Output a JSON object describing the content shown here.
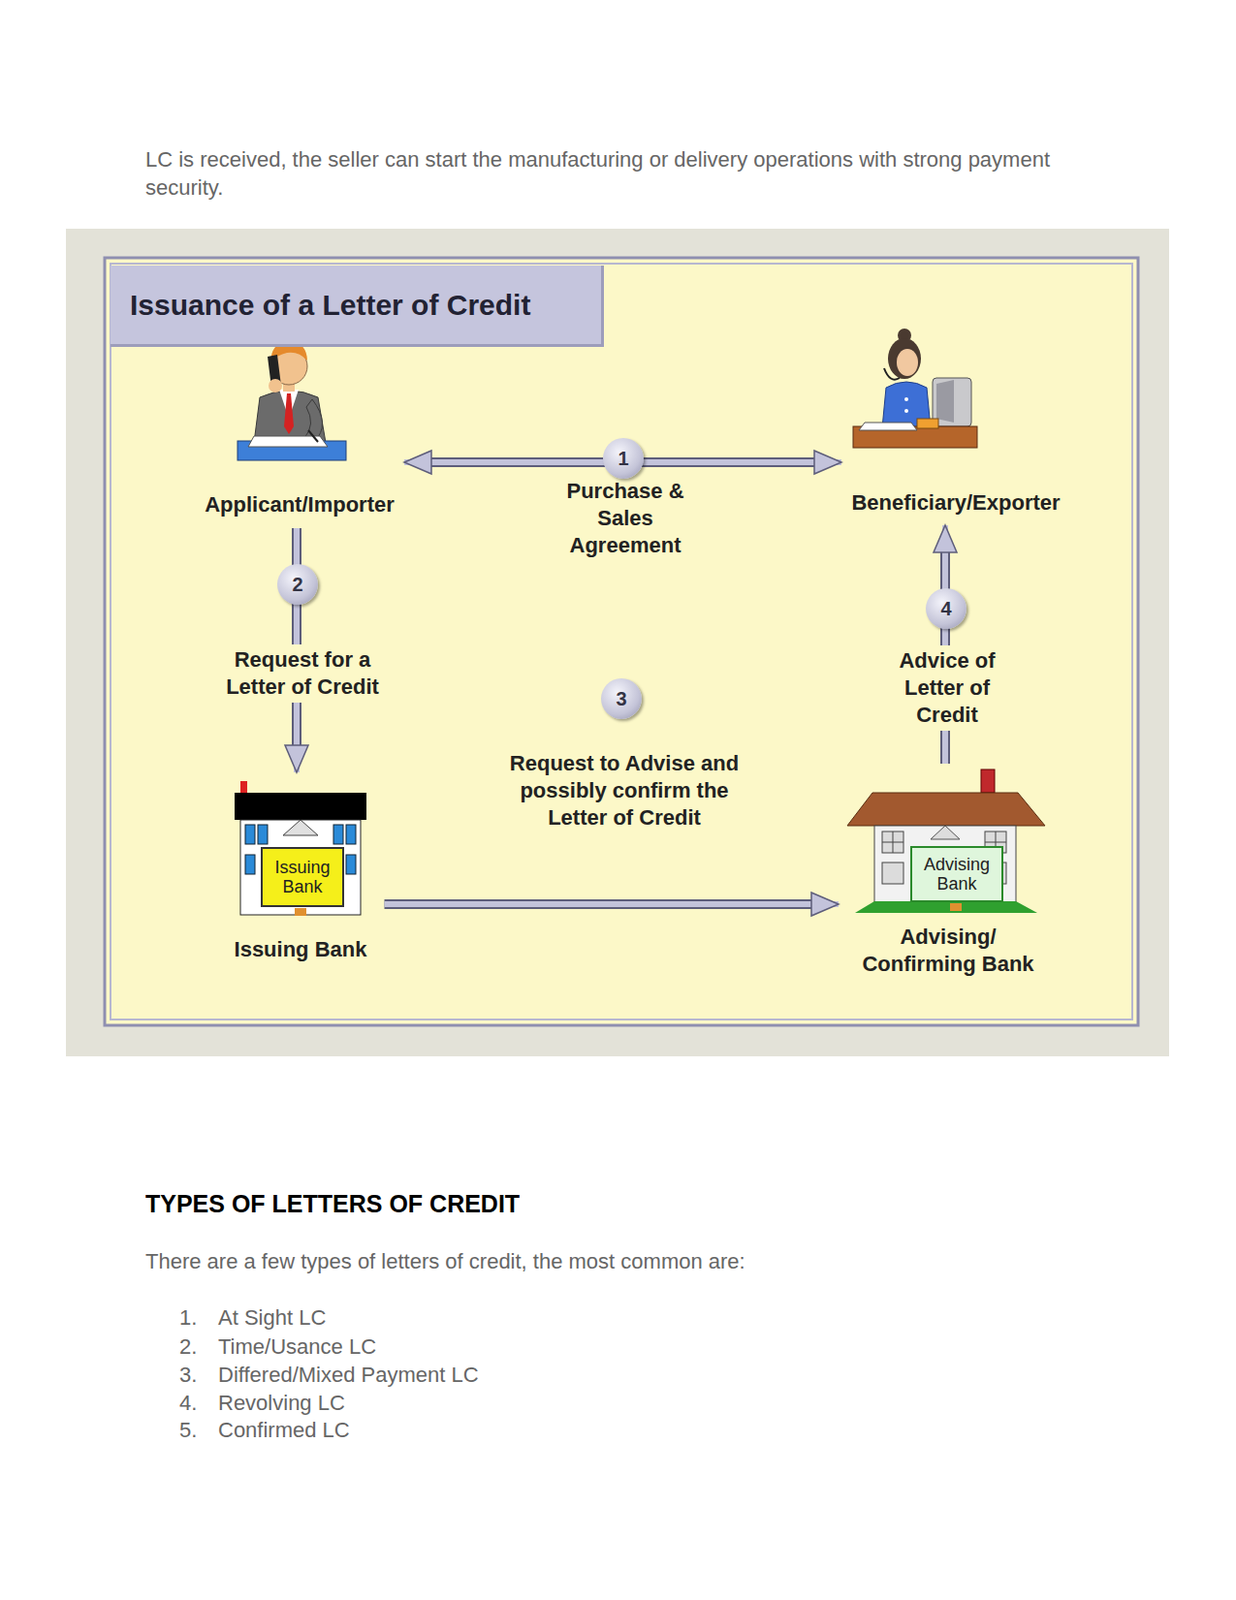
{
  "diagram": {
    "title": "Issuance of a Letter of Credit",
    "nodes": [
      {
        "text": [
          "Applicant/Importer"
        ]
      },
      {
        "text": [
          "Beneficiary/Exporter"
        ]
      },
      {
        "text": [
          "Issuing Bank"
        ]
      },
      {
        "text": [
          "Advising/ Confirming Bank"
        ]
      }
    ],
    "edges": [
      {
        "from": 0,
        "to": 1,
        "label": "Purchase & Sales Agreement",
        "arrow": "both"
      },
      {
        "from": 0,
        "to": 2,
        "label": "Request for a Letter of Credit",
        "arrow": "to"
      },
      {
        "from": 2,
        "to": 3,
        "label": "Request to Advise and possibly confirm the Letter of Credit",
        "arrow": "to"
      },
      {
        "from": 3,
        "to": 1,
        "label": "Advice of Letter of Credit",
        "arrow": "to"
      }
    ],
    "labels": [
      "LC is received, the seller can start the manufacturing or delivery operations with strong payment security.",
      "1",
      "2",
      "3",
      "4",
      "Issuing Bank",
      "Advising Bank",
      "TYPES OF LETTERS OF CREDIT",
      "There are a few types of letters of credit, the most common are:",
      "1.",
      "At Sight LC",
      "2.",
      "Time/Usance LC",
      "3.",
      "Differed/Mixed Payment LC",
      "4.",
      "Revolving LC",
      "5.",
      "Confirmed LC"
    ]
  }
}
